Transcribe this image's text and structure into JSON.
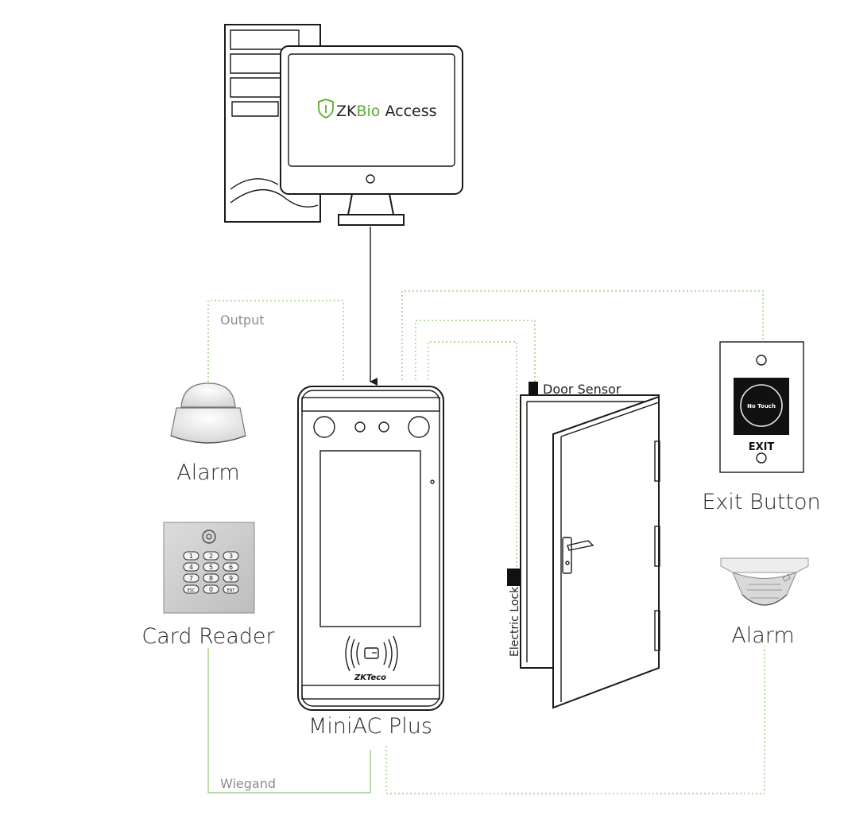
{
  "software": {
    "brand_prefix": "ZK",
    "brand_mid": "Bio",
    "brand_suffix": " Access"
  },
  "labels": {
    "output": "Output",
    "alarm_left": "Alarm",
    "card_reader": "Card Reader",
    "device": "MiniAC Plus",
    "wiegand": "Wiegand",
    "door_sensor": "Door Sensor",
    "electric_lock": "Electric Lock",
    "exit_button": "Exit Button",
    "alarm_right": "Alarm"
  },
  "exit_button": {
    "touch_text": "No Touch",
    "exit_text": "EXIT"
  },
  "device": {
    "logo": "ZKTeco"
  },
  "keypad": {
    "keys": [
      "1",
      "2",
      "3",
      "4",
      "5",
      "6",
      "7",
      "8",
      "9",
      "ESC",
      "0",
      "ENT"
    ]
  },
  "colors": {
    "brand_green": "#5aaa2e",
    "connector_green": "#86c36a"
  }
}
